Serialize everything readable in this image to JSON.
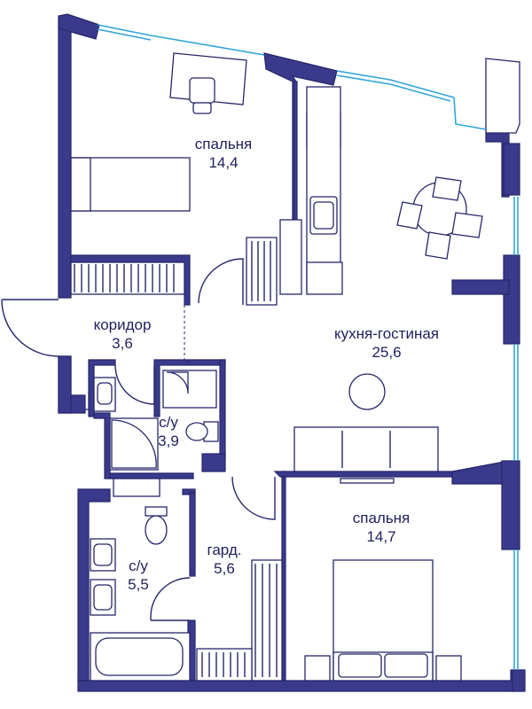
{
  "colors": {
    "wall": "#3a3a8c",
    "line": "#26266a",
    "window": "#2fa5d8",
    "text": "#1f1f5e"
  },
  "rooms": [
    {
      "id": "bedroom1",
      "name": "спальня",
      "area": "14,4"
    },
    {
      "id": "corridor",
      "name": "коридор",
      "area": "3,6"
    },
    {
      "id": "kitchen",
      "name": "кухня-гостиная",
      "area": "25,6"
    },
    {
      "id": "bath1",
      "name": "с/у",
      "area": "3,9"
    },
    {
      "id": "bath2",
      "name": "с/у",
      "area": "5,5"
    },
    {
      "id": "wardrobe",
      "name": "гард.",
      "area": "5,6"
    },
    {
      "id": "bedroom2",
      "name": "спальня",
      "area": "14,7"
    }
  ],
  "furniture": [
    "desk",
    "chair",
    "bed",
    "wardrobe-closet",
    "stove",
    "kitchen-sink",
    "fridge",
    "dining-table",
    "dining-chair",
    "sofa",
    "tv",
    "round-rug",
    "washbasin",
    "toilet",
    "shower",
    "bathtub",
    "wardrobe-rack",
    "double-bed",
    "nightstand"
  ]
}
